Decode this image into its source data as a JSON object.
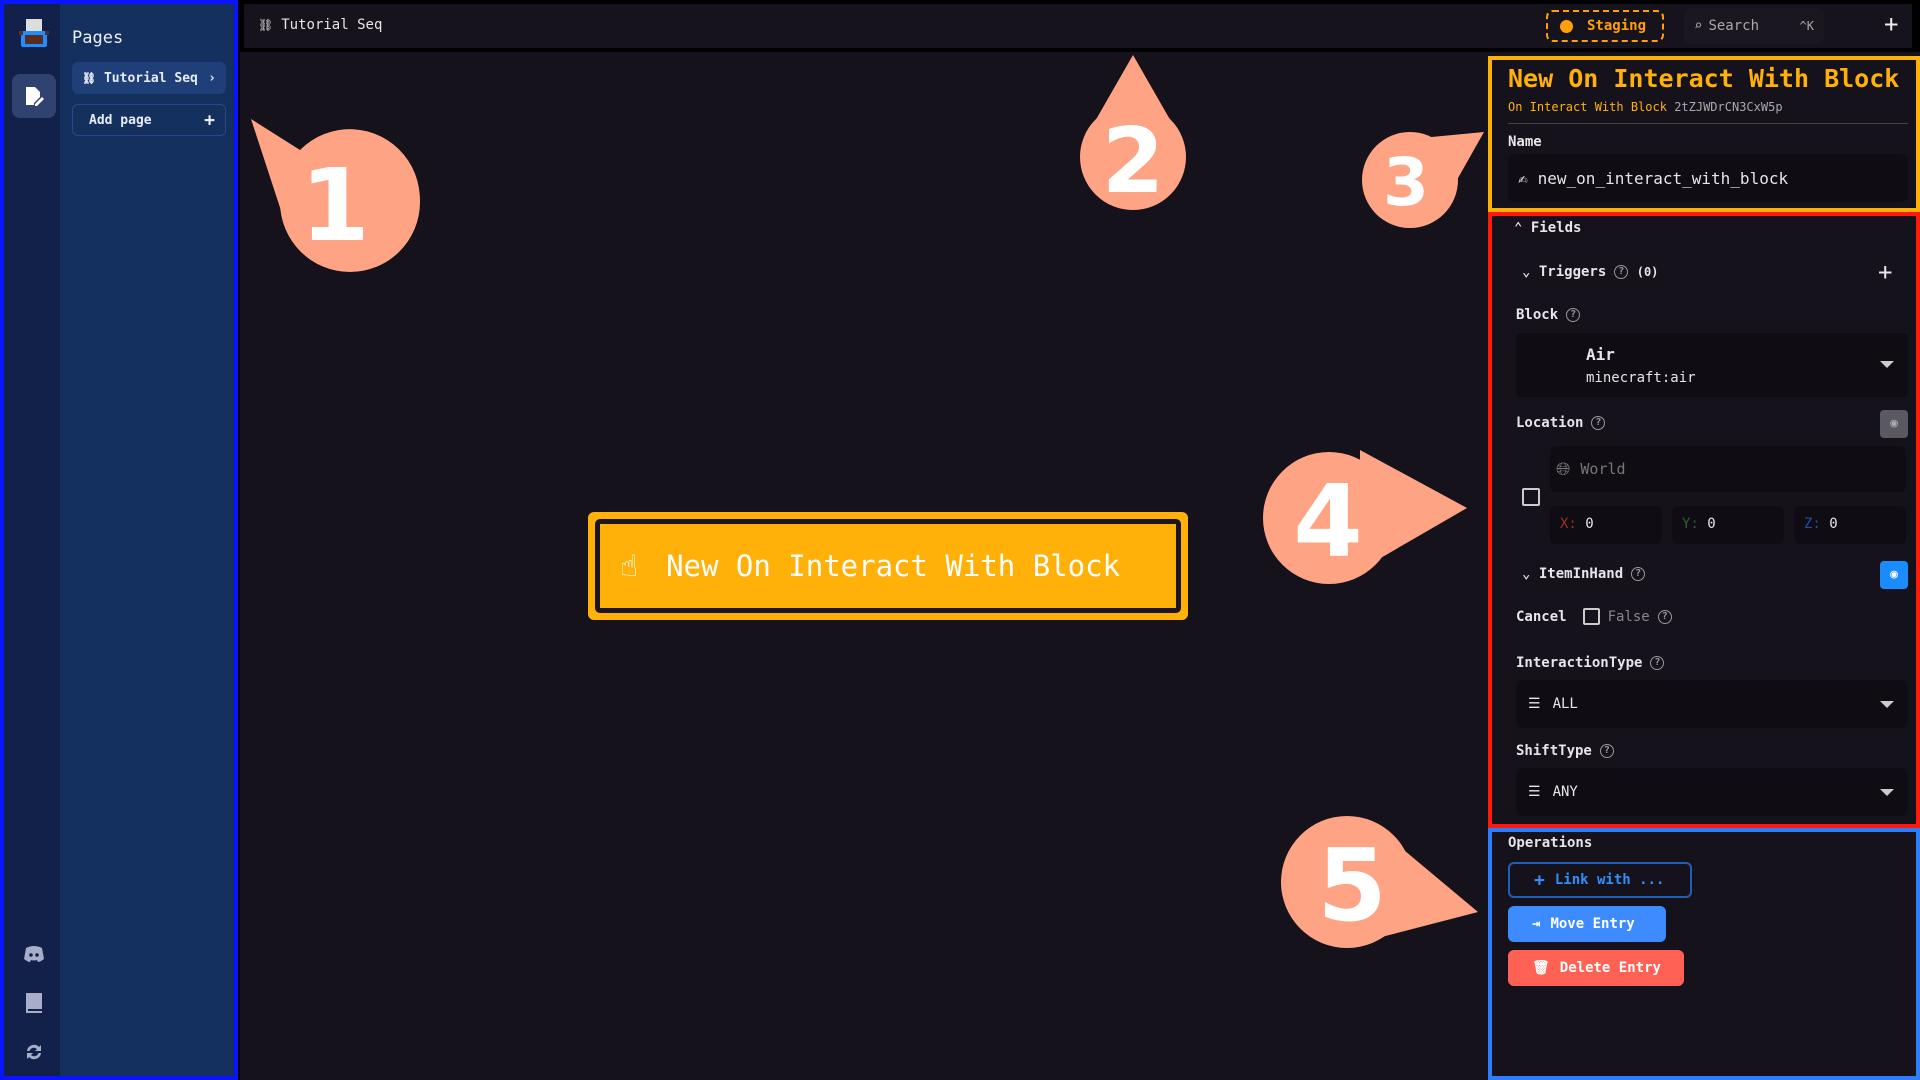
{
  "sidebar": {
    "pages_title": "Pages",
    "pages": [
      {
        "label": "Tutorial Seq"
      }
    ],
    "add_page_label": "Add page"
  },
  "topbar": {
    "breadcrumb": "Tutorial Seq",
    "env_label": "Staging",
    "search_placeholder": "Search",
    "search_shortcut": "^K"
  },
  "node": {
    "label": "New On Interact With Block",
    "color": "#ffb10a"
  },
  "inspector": {
    "title": "New On Interact With Block",
    "type": "On Interact With Block",
    "id": "2tZJWDrCN3CxW5p",
    "name_label": "Name",
    "name_value": "new_on_interact_with_block",
    "fields_label": "Fields",
    "triggers_label": "Triggers",
    "triggers_count": "(0)",
    "block_label": "Block",
    "block_name": "Air",
    "block_id": "minecraft:air",
    "location_label": "Location",
    "world_placeholder": "World",
    "x_label": "X:",
    "x_value": "0",
    "y_label": "Y:",
    "y_value": "0",
    "z_label": "Z:",
    "z_value": "0",
    "item_label": "ItemInHand",
    "cancel_label": "Cancel",
    "cancel_value": "False",
    "interaction_label": "InteractionType",
    "interaction_value": "ALL",
    "shift_label": "ShiftType",
    "shift_value": "ANY",
    "operations_label": "Operations",
    "link_label": "Link with ...",
    "move_label": "Move Entry",
    "delete_label": "Delete Entry"
  },
  "annotations": [
    "1",
    "2",
    "3",
    "4",
    "5"
  ]
}
